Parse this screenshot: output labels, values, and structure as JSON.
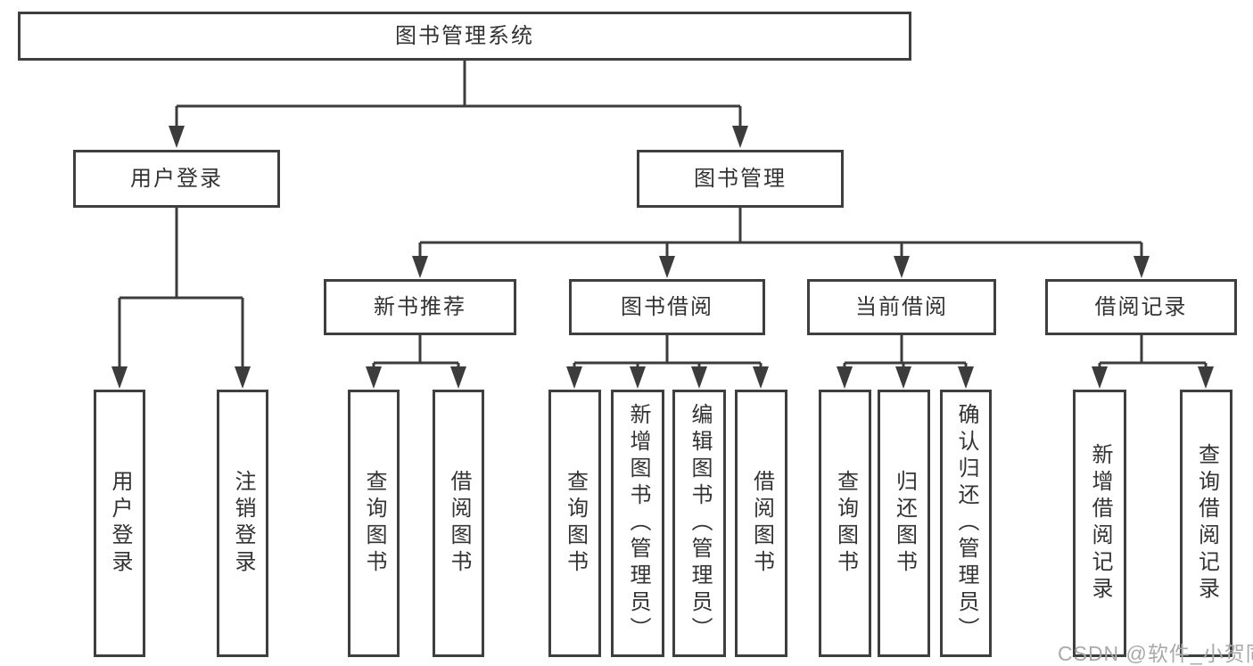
{
  "tree": {
    "label": "图书管理系统",
    "children": [
      {
        "label": "用户登录",
        "children": [
          {
            "label": "用户登录"
          },
          {
            "label": "注销登录"
          }
        ]
      },
      {
        "label": "图书管理",
        "children": [
          {
            "label": "新书推荐",
            "children": [
              {
                "label": "查询图书"
              },
              {
                "label": "借阅图书"
              }
            ]
          },
          {
            "label": "图书借阅",
            "children": [
              {
                "label": "查询图书"
              },
              {
                "label": "新增图书（管理员）"
              },
              {
                "label": "编辑图书（管理员）"
              },
              {
                "label": "借阅图书"
              }
            ]
          },
          {
            "label": "当前借阅",
            "children": [
              {
                "label": "查询图书"
              },
              {
                "label": "归还图书"
              },
              {
                "label": "确认归还（管理员）"
              }
            ]
          },
          {
            "label": "借阅记录",
            "children": [
              {
                "label": "新增借阅记录"
              },
              {
                "label": "查询借阅记录"
              }
            ]
          }
        ]
      }
    ]
  },
  "watermark": {
    "text": "CSDN @软件_小贺同学"
  },
  "colors": {
    "line": "#3c3c3c",
    "border": "#3f3f3f",
    "text": "#333333",
    "watermark": "#a9a9a9",
    "background": "#ffffff"
  }
}
